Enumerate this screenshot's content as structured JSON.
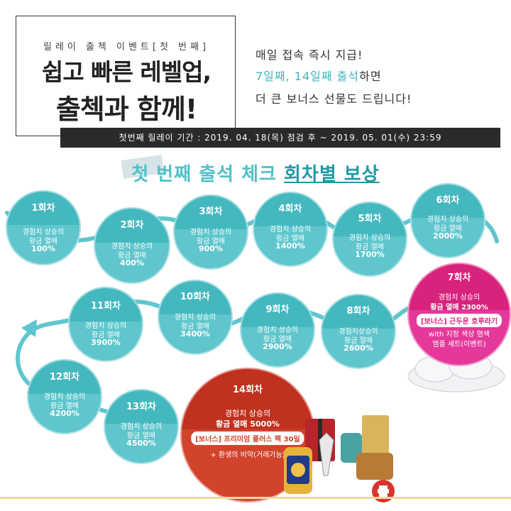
{
  "header": {
    "event_subtitle": "릴레이 출첵 이벤트[첫 번째]",
    "title_line1": "쉽고 빠른 레벨업,",
    "title_line2": "출첵과 함께!",
    "desc_line1": "매일 접속 즉시 지급!",
    "desc_line2_highlight": "7일째, 14일째 출석",
    "desc_line2_rest": "하면",
    "desc_line3": "더 큰 보너스 선물도 드립니다!",
    "period": "첫번째 릴레이 기간 : 2019. 04. 18(목) 점검 후 ~ 2019. 05. 01(수) 23:59"
  },
  "section": {
    "title_part1": "첫 번째 출석 체크",
    "title_part2": "회차별 보상"
  },
  "rewards": [
    {
      "day": "1회차",
      "line1": "경험치 상승의",
      "line2": "황금 열매",
      "pct": "100%"
    },
    {
      "day": "2회차",
      "line1": "경험치 상승의",
      "line2": "황금 열매",
      "pct": "400%"
    },
    {
      "day": "3회차",
      "line1": "경험치 상승의",
      "line2": "황금 열매",
      "pct": "900%"
    },
    {
      "day": "4회차",
      "line1": "경험치 상승의",
      "line2": "황금 열매",
      "pct": "1400%"
    },
    {
      "day": "5회차",
      "line1": "경험치 상승의",
      "line2": "황금 열매",
      "pct": "1700%"
    },
    {
      "day": "6회차",
      "line1": "경험치 상승의",
      "line2": "황금 열매",
      "pct": "2000%"
    },
    {
      "day": "7회차",
      "line1": "경험치 상승의",
      "line2": "황금 열매 2300%",
      "bonus": "[보너스] 근두운 호루라기",
      "extra1": "with 지정 색상 염색",
      "extra2": "앰플 세트(이벤트)"
    },
    {
      "day": "8회차",
      "line1": "경험치상승의",
      "line2": "황금 열매",
      "pct": "2600%"
    },
    {
      "day": "9회차",
      "line1": "경험치 상승의",
      "line2": "황금 열매",
      "pct": "2900%"
    },
    {
      "day": "10회차",
      "line1": "경험치 상승의",
      "line2": "황금 열매",
      "pct": "3400%"
    },
    {
      "day": "11회차",
      "line1": "경험치 상승의",
      "line2": "황금 열매",
      "pct": "3900%"
    },
    {
      "day": "12회차",
      "line1": "경험치 상승의",
      "line2": "황금 열매",
      "pct": "4200%"
    },
    {
      "day": "13회차",
      "line1": "경험치 상승의",
      "line2": "황금 열매",
      "pct": "4500%"
    },
    {
      "day": "14회차",
      "line1": "경험치 상승의",
      "line2": "황금 열매 5000%",
      "bonus": "[보너스] 프리미엄 플러스 팩 30일",
      "extra1": "+ 환생의 비약(거래가능)"
    }
  ],
  "colors": {
    "teal": "#44b8bf",
    "teal_light": "#5fc6cd",
    "magenta": "#d8237c",
    "red": "#c0311f",
    "dark_bar": "#2a2a2a"
  }
}
